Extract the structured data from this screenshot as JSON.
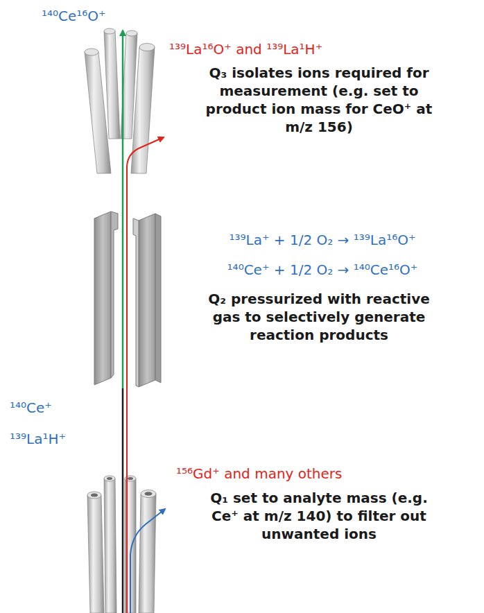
{
  "diagram": {
    "labels": [
      "¹⁴⁰Ce¹⁶O⁺",
      "¹³⁹La¹⁶O⁺ and ¹³⁹La¹H⁺",
      "Q₃ isolates ions required for measurement (e.g. set to product ion mass for CeO⁺ at m/z 156)",
      "¹³⁹La⁺ + 1/2 O₂ → ¹³⁹La¹⁶O⁺",
      "¹⁴⁰Ce⁺ + 1/2 O₂ → ¹⁴⁰Ce¹⁶O⁺",
      "Q₂ pressurized with reactive gas to selectively generate reaction products",
      "¹⁴⁰Ce⁺",
      "¹³⁹La¹H⁺",
      "¹⁵⁶Gd⁺ and many others",
      "Q₁ set to analyte mass (e.g. Ce⁺ at m/z 140) to filter out unwanted ions"
    ]
  }
}
